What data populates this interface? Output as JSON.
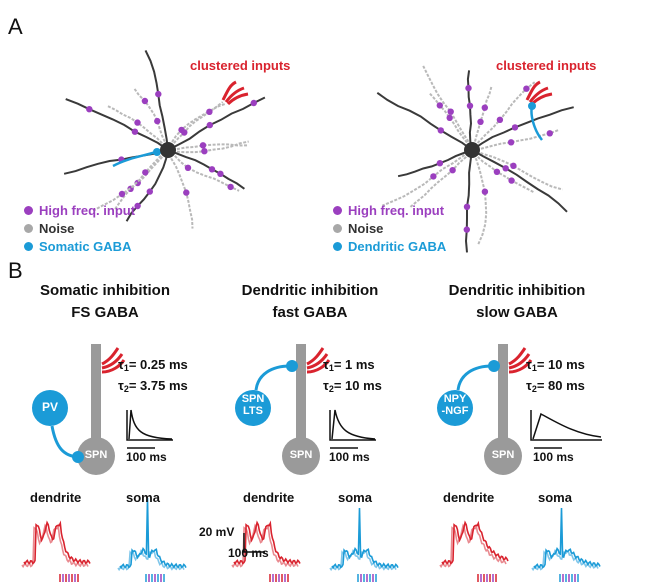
{
  "panels": {
    "a": "A",
    "b": "B"
  },
  "neuron_left": {
    "cluster_label": "clustered inputs",
    "legend": [
      {
        "label": "High freq. input",
        "color": "#9b3fbf"
      },
      {
        "label": "Noise",
        "color": "#a8a8a8"
      },
      {
        "label": "Somatic GABA",
        "color": "#1b9bd7"
      }
    ]
  },
  "neuron_right": {
    "cluster_label": "clustered inputs",
    "legend": [
      {
        "label": "High freq. input",
        "color": "#9b3fbf"
      },
      {
        "label": "Noise",
        "color": "#a8a8a8"
      },
      {
        "label": "Dendritic GABA",
        "color": "#1b9bd7"
      }
    ]
  },
  "conditions": [
    {
      "title_line1": "Somatic inhibition",
      "title_line2": "FS GABA",
      "interneuron": "PV",
      "interneuron_line2": "",
      "tau1": "= 0.25 ms",
      "tau2": "= 3.75 ms",
      "scale": "100 ms",
      "soma": "SPN",
      "decay": "fast"
    },
    {
      "title_line1": "Dendritic inhibition",
      "title_line2": "fast GABA",
      "interneuron": "SPN",
      "interneuron_line2": "LTS",
      "tau1": "= 1 ms",
      "tau2": "= 10 ms",
      "scale": "100 ms",
      "soma": "SPN",
      "decay": "medium"
    },
    {
      "title_line1": "Dendritic inhibition",
      "title_line2": "slow GABA",
      "interneuron": "NPY",
      "interneuron_line2": "-NGF",
      "tau1": "= 10 ms",
      "tau2": "= 80 ms",
      "scale": "100 ms",
      "soma": "SPN",
      "decay": "slow"
    }
  ],
  "trace_labels": {
    "dendrite": "dendrite",
    "soma": "soma"
  },
  "scale_bar": {
    "voltage": "20 mV",
    "time": "100 ms"
  },
  "tau_symbol": "τ",
  "colors": {
    "red": "#d9232e",
    "pink": "#e98a90",
    "blue": "#1b9bd7",
    "lightblue": "#7fc6ea",
    "gray": "#9a9a9a",
    "dark": "#333333",
    "purple": "#9b3fbf"
  }
}
